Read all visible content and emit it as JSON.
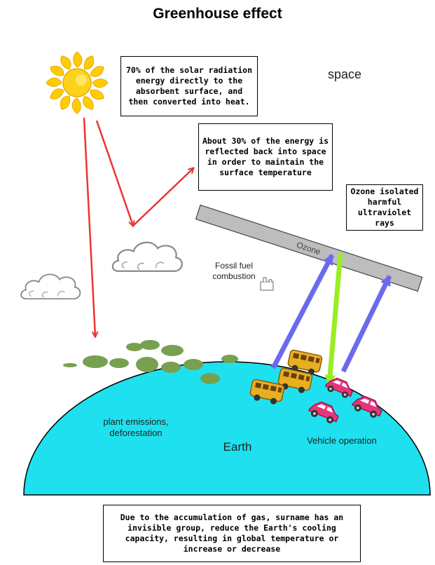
{
  "title": "Greenhouse effect",
  "labels": {
    "space": "space",
    "earth": "Earth",
    "ozone": "Ozone",
    "fossil_fuel": "Fossil fuel\ncombustion",
    "plant_emissions": "plant emissions,\ndeforestation",
    "vehicle_operation": "Vehicle operation"
  },
  "boxes": {
    "solar_absorbed": "70% of the solar radiation energy directly to the absorbent surface, and then converted into heat.",
    "reflected": "About 30% of the energy is reflected back into space in order to maintain the surface temperature",
    "ozone_note": "Ozone isolated harmful ultraviolet rays",
    "conclusion": "Due to the accumulation of gas, surname has an invisible group, reduce the Earth's cooling capacity, resulting in global temperature or increase or decrease"
  },
  "colors": {
    "earth": "#1fe0ee",
    "sun": "#ffcc00",
    "red_arrow": "#ee3333",
    "blue_arrow": "#6a6aee",
    "green_arrow": "#99ee22",
    "ozone_bar": "#bdbdbd",
    "plant": "#77a050",
    "bus": "#e8b020",
    "car": "#e8347a"
  }
}
